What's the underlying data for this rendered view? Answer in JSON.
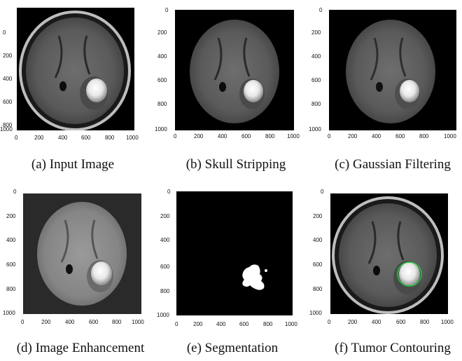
{
  "panels": [
    {
      "caption": "(a) Input Image",
      "yticks": [
        "0",
        "200",
        "400",
        "600",
        "800",
        "1000"
      ],
      "xticks": [
        "0",
        "200",
        "400",
        "600",
        "800",
        "1000"
      ]
    },
    {
      "caption": "(b) Skull Stripping",
      "yticks": [
        "0",
        "200",
        "400",
        "600",
        "800",
        "1000"
      ],
      "xticks": [
        "0",
        "200",
        "400",
        "600",
        "800",
        "1000"
      ]
    },
    {
      "caption": "(c) Gaussian Filtering",
      "yticks": [
        "0",
        "200",
        "400",
        "600",
        "800",
        "1000"
      ],
      "xticks": [
        "0",
        "200",
        "400",
        "600",
        "800",
        "1000"
      ]
    },
    {
      "caption": "(d) Image Enhancement",
      "yticks": [
        "0",
        "200",
        "400",
        "600",
        "800",
        "1000"
      ],
      "xticks": [
        "0",
        "200",
        "400",
        "600",
        "800",
        "1000"
      ]
    },
    {
      "caption": "(e) Segmentation",
      "yticks": [
        "0",
        "200",
        "400",
        "600",
        "800",
        "1000"
      ],
      "xticks": [
        "0",
        "200",
        "400",
        "600",
        "800",
        "1000"
      ]
    },
    {
      "caption": "(f) Tumor Contouring",
      "yticks": [
        "0",
        "200",
        "400",
        "600",
        "800",
        "1000"
      ],
      "xticks": [
        "0",
        "200",
        "400",
        "600",
        "800",
        "1000"
      ]
    }
  ]
}
